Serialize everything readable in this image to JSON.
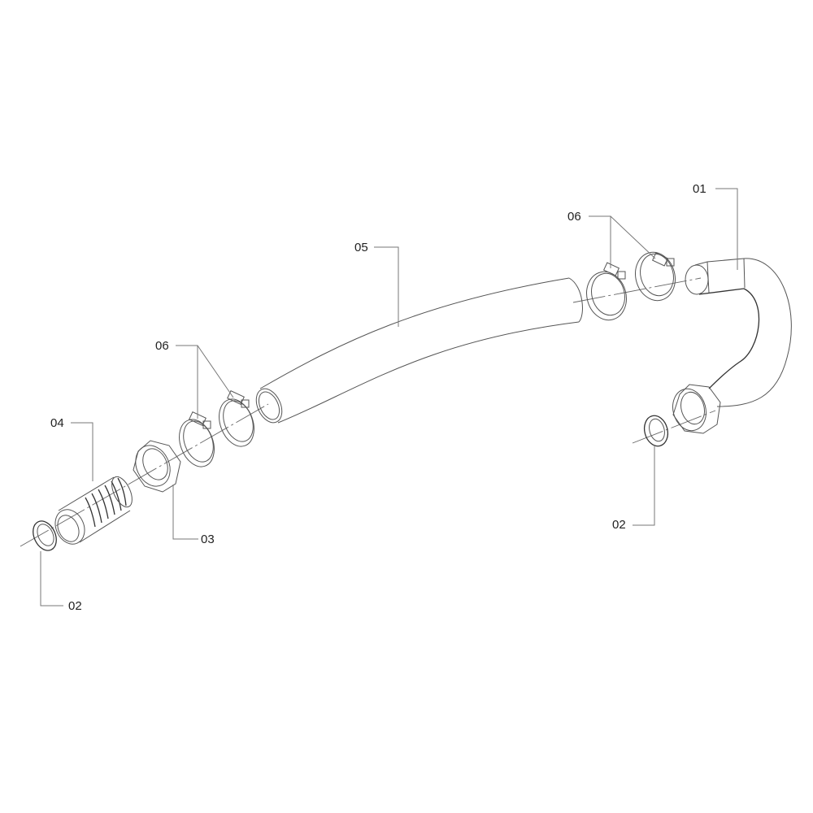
{
  "diagram": {
    "type": "exploded-parts-view",
    "callouts": [
      {
        "id": "hose-assembly",
        "label": "01"
      },
      {
        "id": "washer-right",
        "label": "02"
      },
      {
        "id": "washer-left",
        "label": "02"
      },
      {
        "id": "nut",
        "label": "03"
      },
      {
        "id": "threaded-fitting",
        "label": "04"
      },
      {
        "id": "hose",
        "label": "05"
      },
      {
        "id": "clamps-right",
        "label": "06"
      },
      {
        "id": "clamps-left",
        "label": "06"
      }
    ]
  }
}
